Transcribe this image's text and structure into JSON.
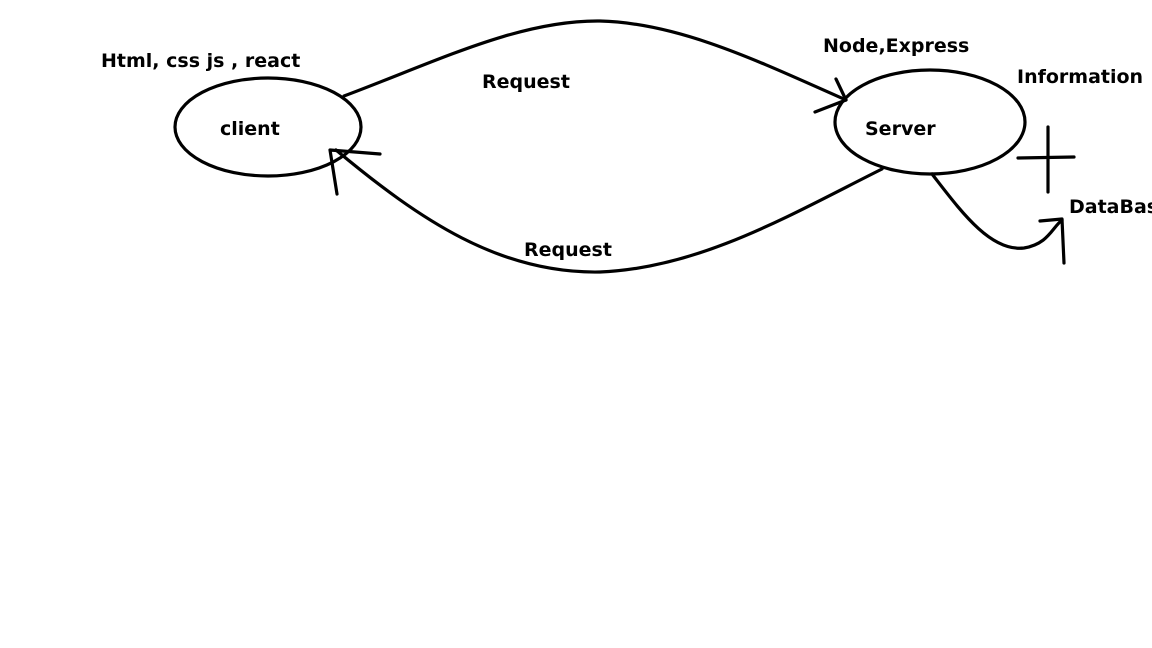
{
  "diagram": {
    "nodes": {
      "client": {
        "label": "client",
        "tech": "Html, css js , react"
      },
      "server": {
        "label": "Server",
        "tech": "Node,Express"
      }
    },
    "edges": {
      "top_label": "Request",
      "bottom_label": "Request"
    },
    "side": {
      "information": "Information",
      "database": "DataBase"
    }
  }
}
